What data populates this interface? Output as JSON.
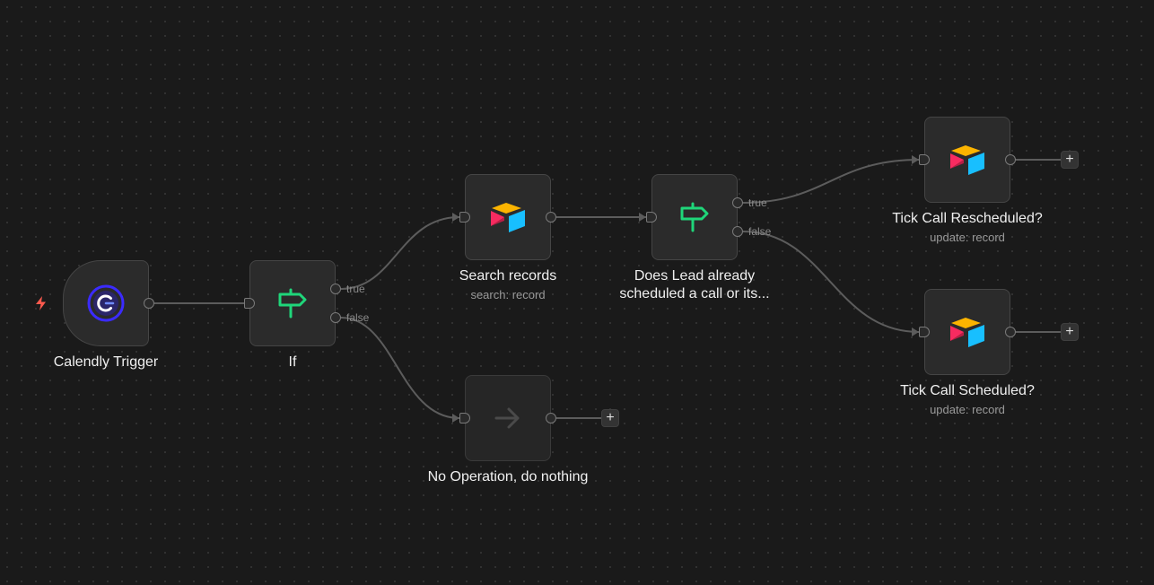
{
  "colors": {
    "canvas_bg": "#1a1a1a",
    "node_bg": "#2b2b2b",
    "edge": "#5c5c5c",
    "if_green": "#1fd67a",
    "calendly_blue": "#3b2bff",
    "trigger_bolt": "#ff5a4e"
  },
  "nodes": {
    "calendly_trigger": {
      "title": "Calendly Trigger",
      "icon": "calendly-icon"
    },
    "if": {
      "title": "If",
      "icon": "signpost-icon",
      "true_label": "true",
      "false_label": "false"
    },
    "search_records": {
      "title": "Search records",
      "subtitle": "search: record",
      "icon": "airtable-icon"
    },
    "does_lead": {
      "title_line1": "Does Lead already",
      "title_line2": "scheduled a call or its...",
      "icon": "signpost-icon",
      "true_label": "true",
      "false_label": "false"
    },
    "no_op": {
      "title": "No Operation, do nothing",
      "icon": "arrow-right-icon"
    },
    "tick_rescheduled": {
      "title": "Tick Call Rescheduled?",
      "subtitle": "update: record",
      "icon": "airtable-icon"
    },
    "tick_scheduled": {
      "title": "Tick Call Scheduled?",
      "subtitle": "update: record",
      "icon": "airtable-icon"
    }
  },
  "add_button_label": "+"
}
